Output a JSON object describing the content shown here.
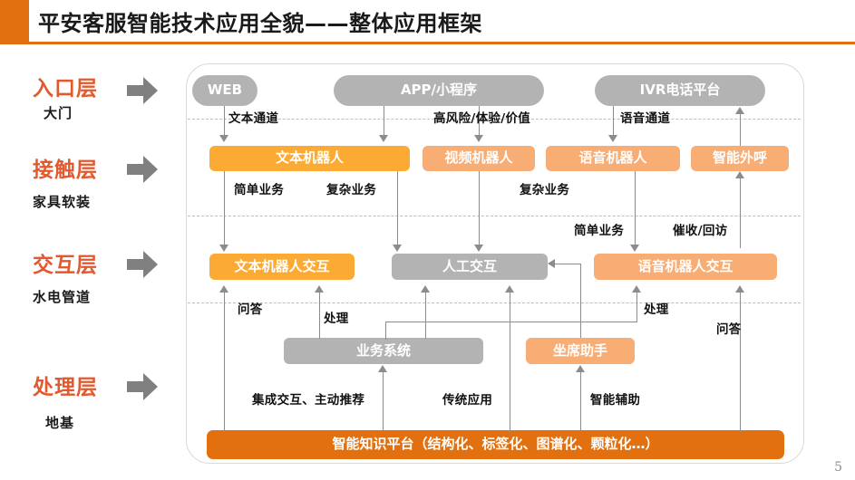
{
  "header": {
    "title": "平安客服智能技术应用全貌——整体应用框架",
    "accent_color": "#e2700f"
  },
  "page_number": "5",
  "layers": [
    {
      "name": "入口层",
      "sub": "大门",
      "arrow": "right-arrow-icon"
    },
    {
      "name": "接触层",
      "sub": "家具软装",
      "arrow": "right-arrow-icon"
    },
    {
      "name": "交互层",
      "sub": "水电管道",
      "arrow": "right-arrow-icon"
    },
    {
      "name": "处理层",
      "sub": "地基",
      "arrow": "right-arrow-icon"
    }
  ],
  "nodes": {
    "channels": [
      {
        "id": "web",
        "label": "WEB",
        "color": "#b3b3b3"
      },
      {
        "id": "app",
        "label": "APP/小程序",
        "color": "#b3b3b3"
      },
      {
        "id": "ivr",
        "label": "IVR电话平台",
        "color": "#b3b3b3"
      }
    ],
    "contact": [
      {
        "id": "text-bot",
        "label": "文本机器人",
        "color": "#fbab33"
      },
      {
        "id": "video-bot",
        "label": "视频机器人",
        "color": "#f8ad74"
      },
      {
        "id": "voice-bot",
        "label": "语音机器人",
        "color": "#f8ad74"
      },
      {
        "id": "outbound",
        "label": "智能外呼",
        "color": "#f8ad74"
      }
    ],
    "interaction": [
      {
        "id": "text-bot-ix",
        "label": "文本机器人交互",
        "color": "#fbab33"
      },
      {
        "id": "human-ix",
        "label": "人工交互",
        "color": "#b3b3b3"
      },
      {
        "id": "voice-bot-ix",
        "label": "语音机器人交互",
        "color": "#f8ad74"
      }
    ],
    "processing": [
      {
        "id": "biz-system",
        "label": "业务系统",
        "color": "#b3b3b3"
      },
      {
        "id": "agent-assist",
        "label": "坐席助手",
        "color": "#f8ad74"
      }
    ],
    "foundation": {
      "id": "knowledge-platform",
      "label": "智能知识平台（结构化、标签化、图谱化、颗粒化…）",
      "color": "#e2700f"
    }
  },
  "edge_labels": {
    "text_channel": "文本通道",
    "high_risk": "高风险/体验/价值",
    "voice_channel": "语音通道",
    "simple_biz_1": "简单业务",
    "complex_biz_1": "复杂业务",
    "complex_biz_2": "复杂业务",
    "simple_biz_2": "简单业务",
    "collection_revisit": "催收/回访",
    "qa_left": "问答",
    "process_left": "处理",
    "process_right": "处理",
    "qa_right": "问答",
    "integrated_ix": "集成交互、主动推荐",
    "traditional_app": "传统应用",
    "smart_assist": "智能辅助"
  }
}
